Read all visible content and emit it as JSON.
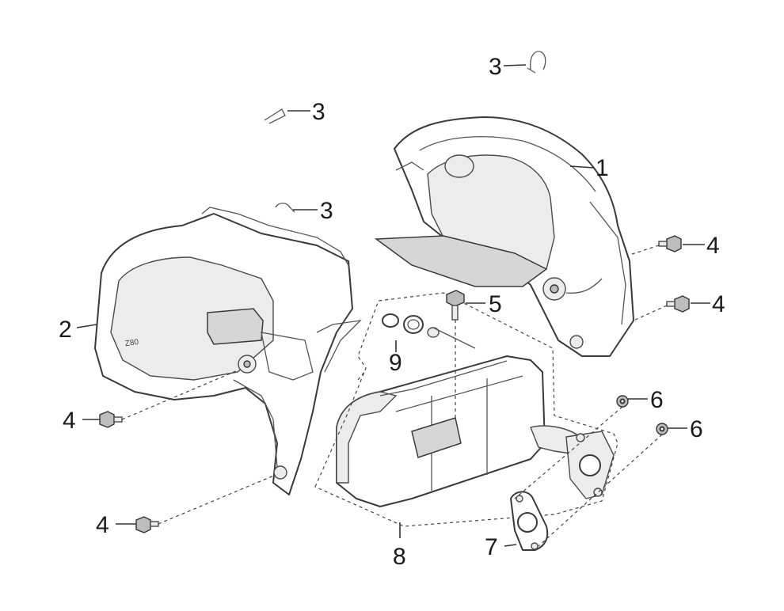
{
  "callouts": [
    {
      "id": "c1",
      "text": "1"
    },
    {
      "id": "c2",
      "text": "2"
    },
    {
      "id": "c3a",
      "text": "3"
    },
    {
      "id": "c3b",
      "text": "3"
    },
    {
      "id": "c3c",
      "text": "3"
    },
    {
      "id": "c4a",
      "text": "4"
    },
    {
      "id": "c4b",
      "text": "4"
    },
    {
      "id": "c4c",
      "text": "4"
    },
    {
      "id": "c4d",
      "text": "4"
    },
    {
      "id": "c5",
      "text": "5"
    },
    {
      "id": "c6a",
      "text": "6"
    },
    {
      "id": "c6b",
      "text": "6"
    },
    {
      "id": "c7",
      "text": "7"
    },
    {
      "id": "c8",
      "text": "8"
    },
    {
      "id": "c9",
      "text": "9"
    }
  ],
  "parts": {
    "cover_embossed_text": "Z80"
  }
}
